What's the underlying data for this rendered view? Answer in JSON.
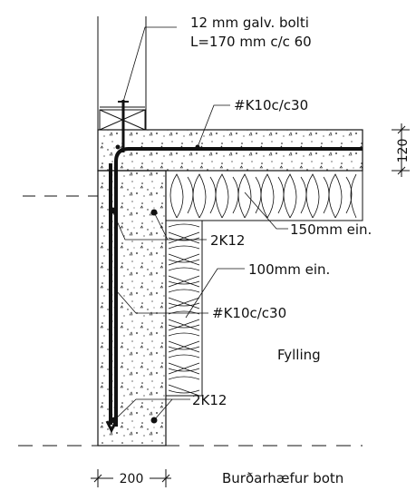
{
  "labels": {
    "bolt_line1": "12 mm galv. bolti",
    "bolt_line2": "L=170 mm c/c 60",
    "slab_rebar": "#K10c/c30",
    "slab_thickness": "120",
    "slab_insulation": "150mm ein.",
    "wall_top_bars": "2K12",
    "wall_insulation": "100mm ein.",
    "wall_rebar": "#K10c/c30",
    "fill": "Fylling",
    "wall_bottom_bars": "2K12",
    "wall_width": "200",
    "bearing_bottom": "Burðarhæfur botn"
  },
  "colors": {
    "line": "#111111",
    "background": "#ffffff"
  }
}
